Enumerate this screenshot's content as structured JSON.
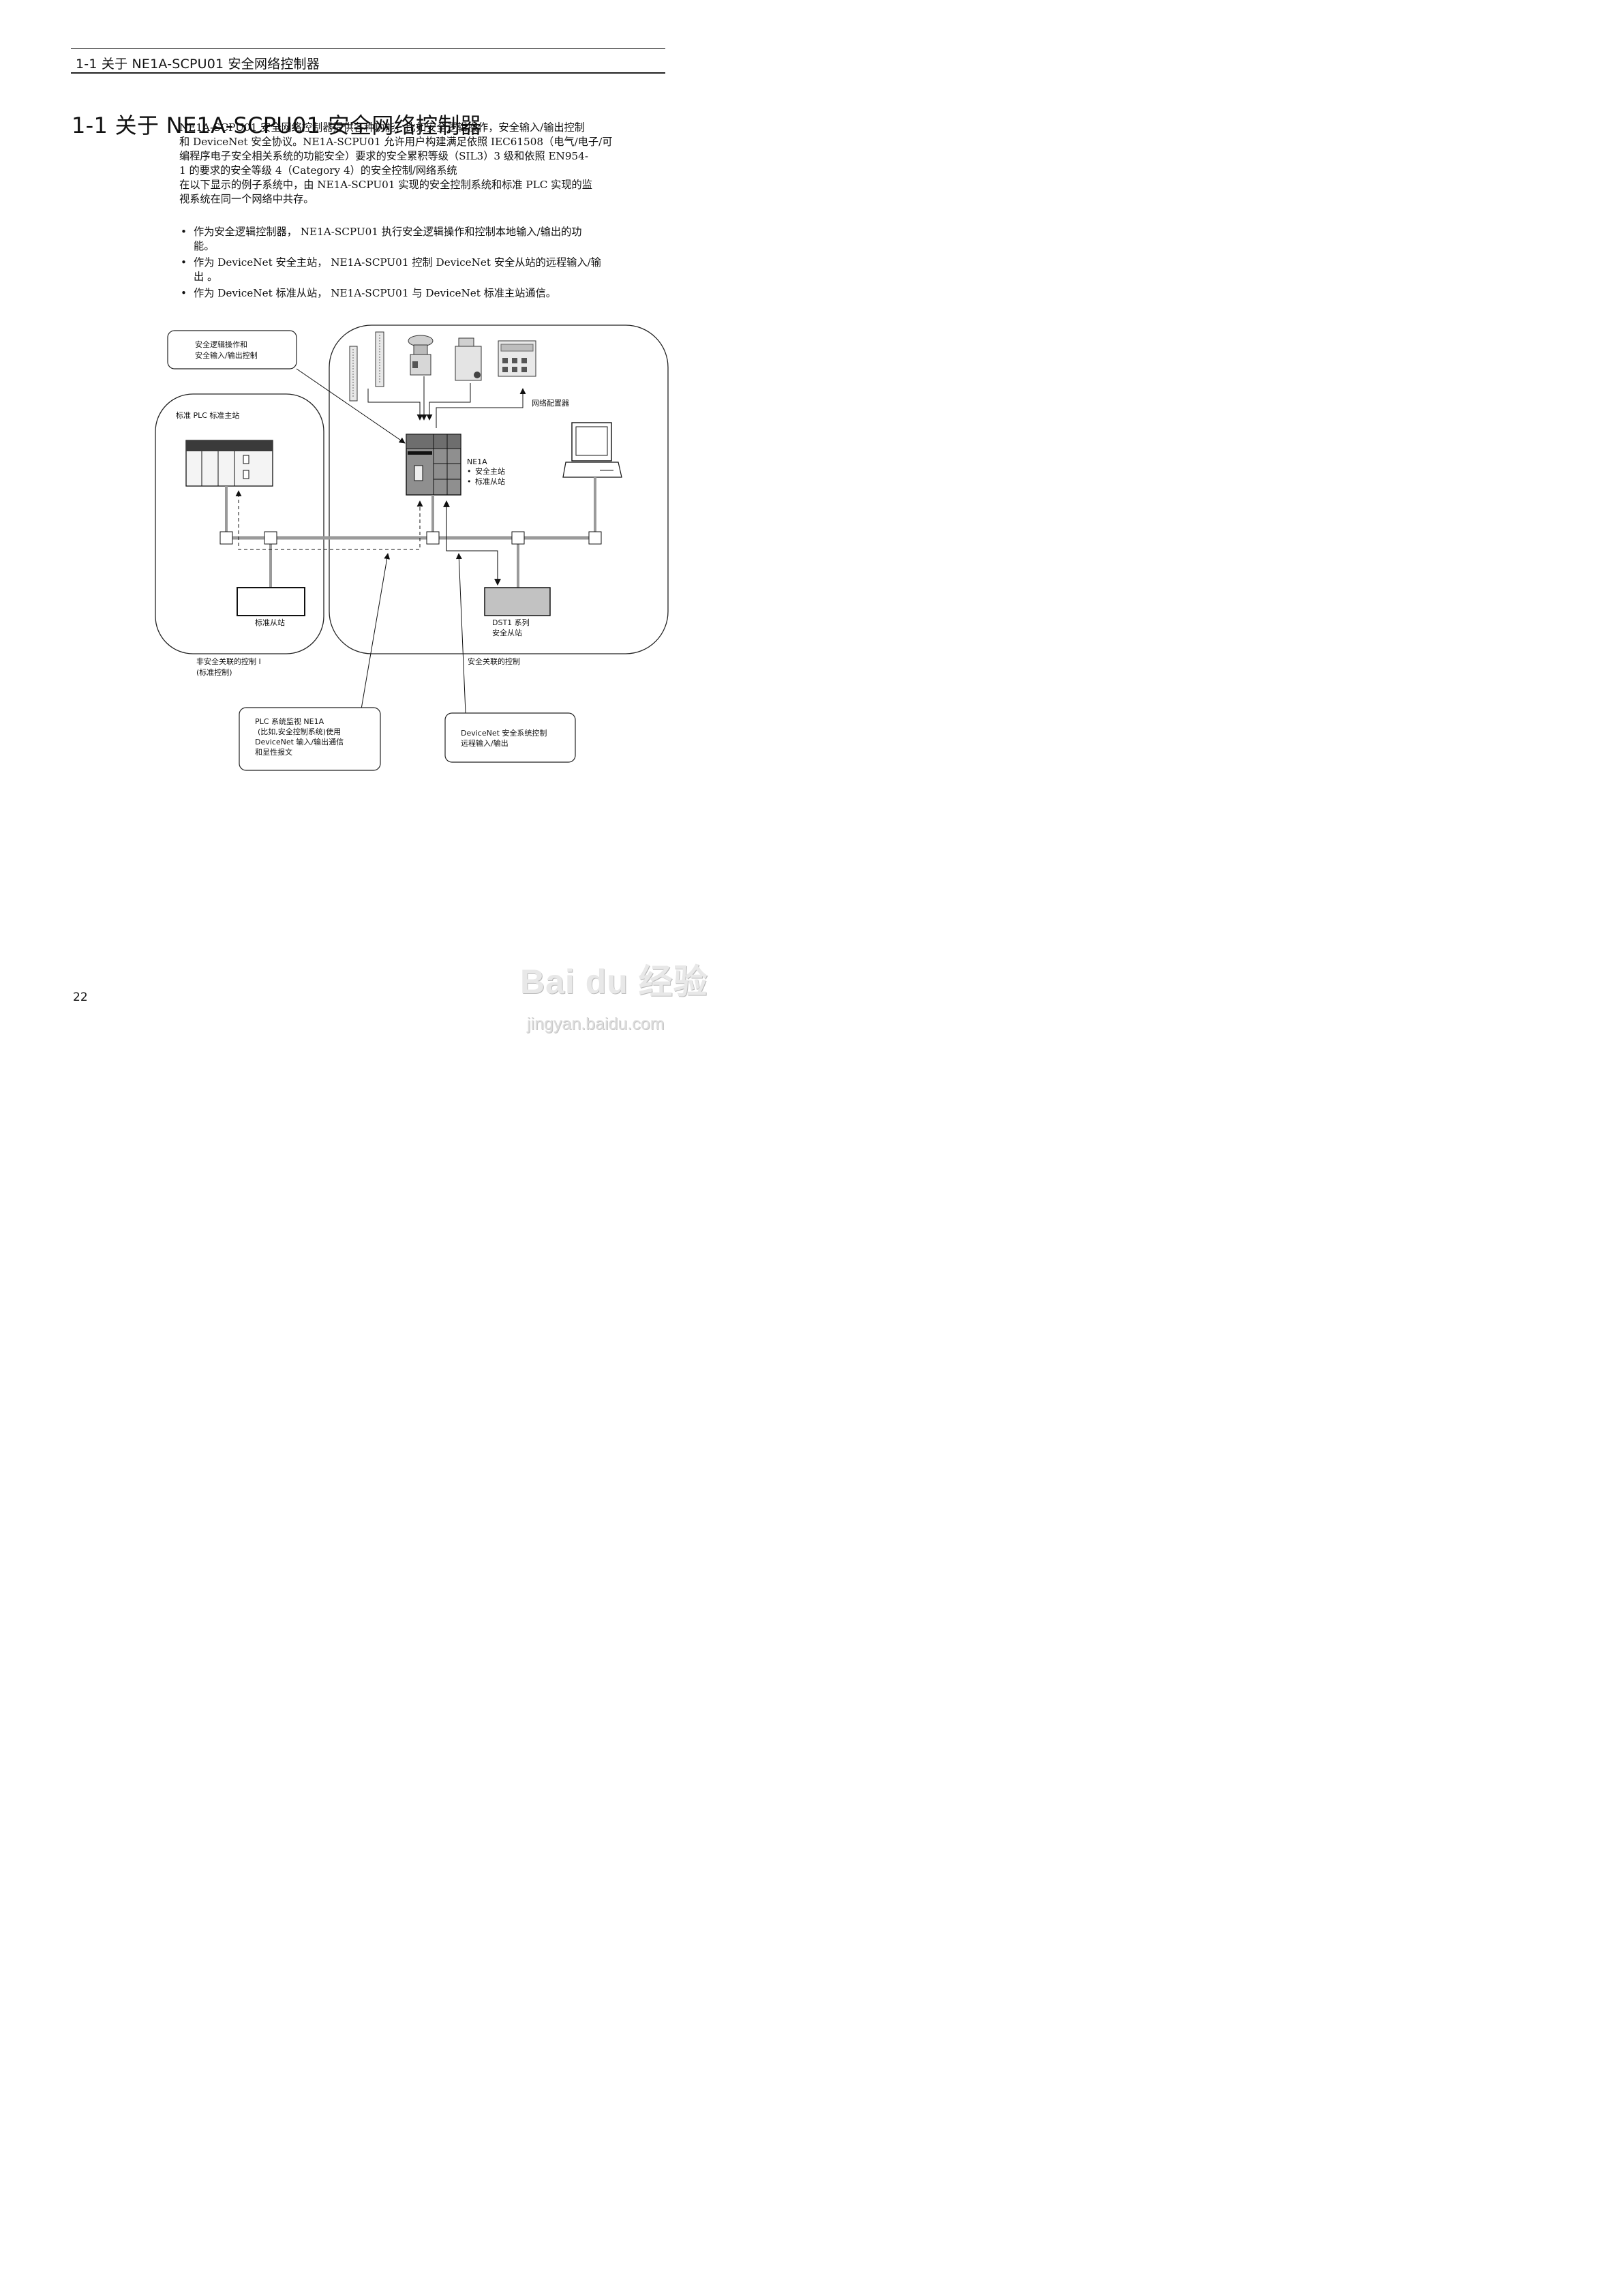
{
  "header": {
    "running_title": "1-1 关于 NE1A-SCPU01 安全网络控制器"
  },
  "section": {
    "title": "1-1 关于 NE1A-SCPU01 安全网络控制器"
  },
  "intro": {
    "lines": [
      "NE1A-SCPU01 安全网络控制器提供各种功能，比如安全逻辑操作，安全输入/输出控制",
      "和 DeviceNet 安全协议。NE1A-SCPU01 允许用户构建满足依照 IEC61508（电气/电子/可",
      "编程序电子安全相关系统的功能安全）要求的安全累积等级（SIL3）3 级和依照 EN954-",
      "1 的要求的安全等级 4（Category 4）的安全控制/网络系统",
      "在以下显示的例子系统中，由 NE1A-SCPU01 实现的安全控制系统和标准 PLC 实现的监",
      "视系统在同一个网络中共存。"
    ]
  },
  "bullets": [
    {
      "line1": "作为安全逻辑控制器， NE1A-SCPU01 执行安全逻辑操作和控制本地输入/输出的功",
      "line2": "能。"
    },
    {
      "line1": "作为 DeviceNet 安全主站， NE1A-SCPU01 控制 DeviceNet 安全从站的远程输入/输",
      "line2": "出 。"
    },
    {
      "line1": "作为 DeviceNet 标准从站， NE1A-SCPU01 与 DeviceNet 标准主站通信。",
      "line2": ""
    }
  ],
  "diagram": {
    "callout_top": {
      "line1": "安全逻辑操作和",
      "line2": "安全输入/输出控制"
    },
    "plc_master_label": "标准 PLC 标准主站",
    "configurator_label": "网络配置器",
    "ne1a": {
      "name": "NE1A",
      "role1": "安全主站",
      "role2": "标准从站"
    },
    "standard_slave_label": "标准从站",
    "dst1": {
      "line1": "DST1 系列",
      "line2": "安全从站"
    },
    "non_safety": {
      "line1": "非安全关联的控制 I",
      "line2": "(标准控制)"
    },
    "safety_label": "安全关联的控制",
    "callout_plc": {
      "line1": "PLC 系统监视 NE1A",
      "line2": "(比如,安全控制系统)使用",
      "line3": "DeviceNet 输入/输出通信",
      "line4": "和显性报文"
    },
    "callout_devicenet": {
      "line1": "DeviceNet 安全系统控制",
      "line2": "远程输入/输出"
    },
    "colors": {
      "ne1a_fill": "#8f8f8f",
      "dst1_fill": "#c2c2c2",
      "trunk": "#9a9a9a",
      "plc_band": "#3a3a3a"
    }
  },
  "page_number": "22",
  "watermark": {
    "brand": "Bai du 经验",
    "url": "jingyan.baidu.com"
  }
}
